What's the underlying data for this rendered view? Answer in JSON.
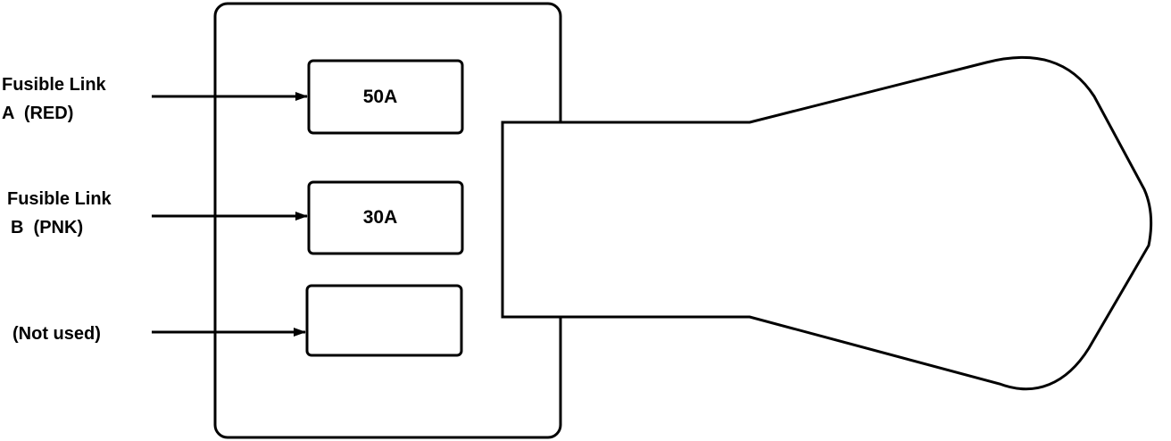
{
  "colors": {
    "ink": "#000000",
    "background": "#ffffff"
  },
  "labels": [
    {
      "id": "a",
      "line1": "Fusible Link",
      "line2": "A  (RED)"
    },
    {
      "id": "b",
      "line1": "Fusible Link",
      "line2": "B  (PNK)"
    },
    {
      "id": "c",
      "line1": "(Not used)"
    }
  ],
  "fuses": [
    {
      "id": "a",
      "rating": "50A"
    },
    {
      "id": "b",
      "rating": "30A"
    },
    {
      "id": "c",
      "rating": ""
    }
  ]
}
